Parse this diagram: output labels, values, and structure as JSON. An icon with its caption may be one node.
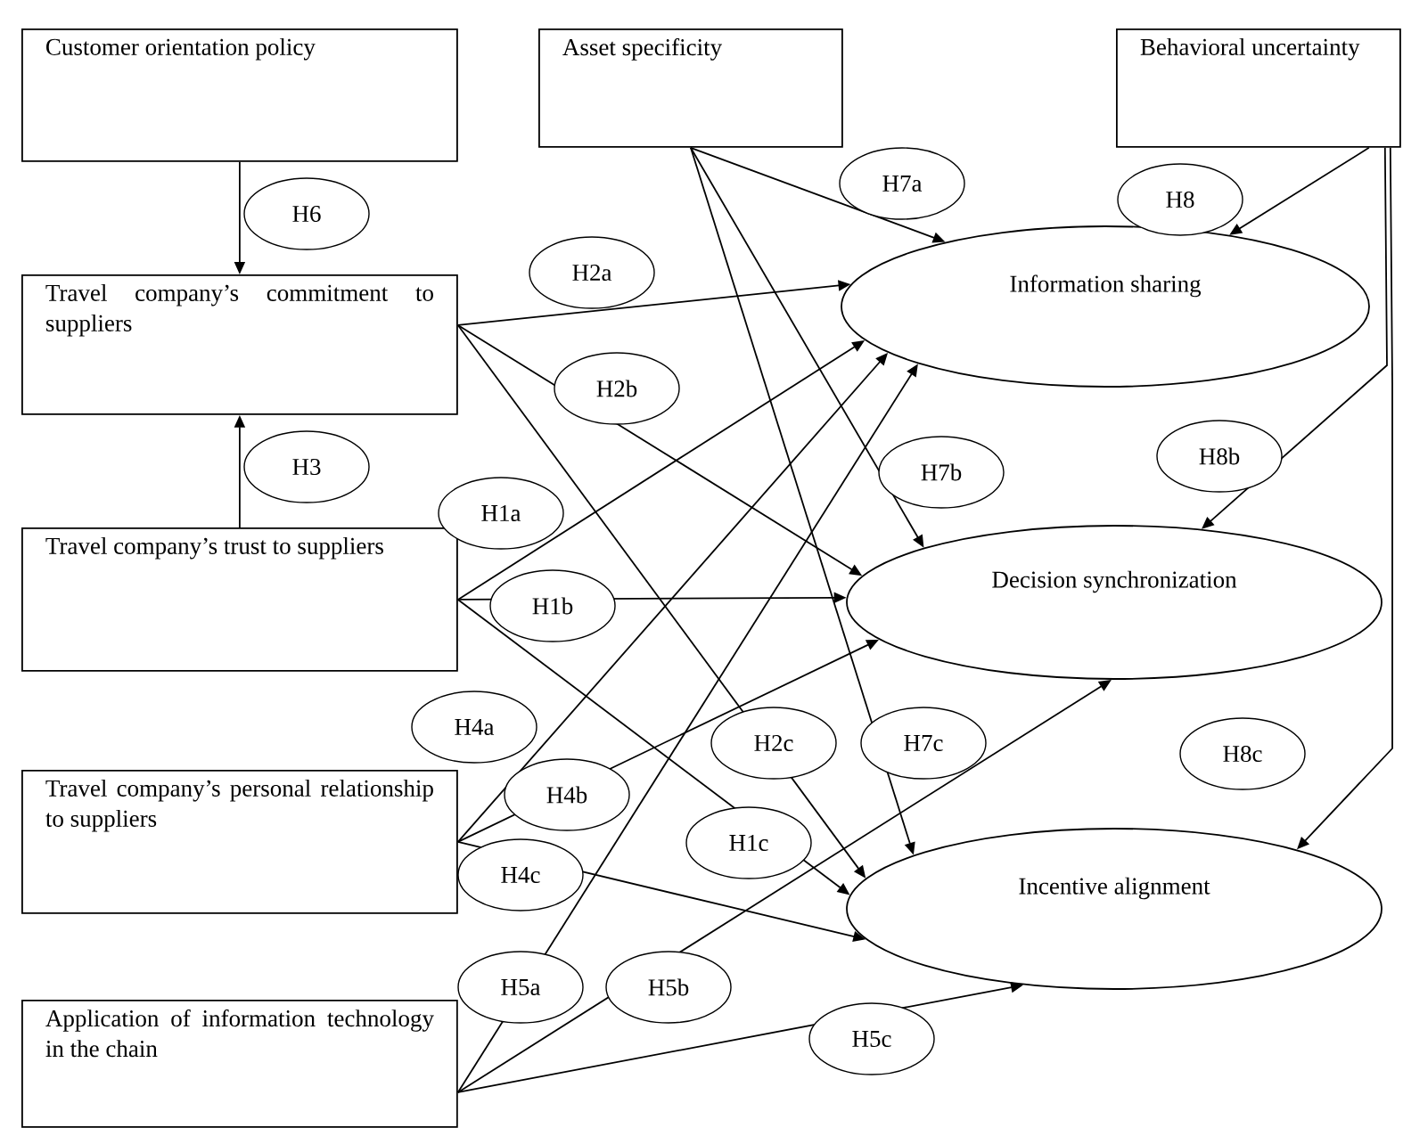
{
  "diagram": {
    "nodes": [
      {
        "text": [
          "Customer orientation policy"
        ]
      },
      {
        "text": [
          "Asset specificity"
        ]
      },
      {
        "text": [
          "Behavioral uncertainty"
        ]
      },
      {
        "text": [
          "Travel company’s commitment to suppliers"
        ]
      },
      {
        "text": [
          "Travel company’s trust to suppliers"
        ]
      },
      {
        "text": [
          "Travel company’s personal relationship to suppliers"
        ]
      },
      {
        "text": [
          "Application of information technology in the chain"
        ]
      },
      {
        "text": [
          "Information sharing"
        ]
      },
      {
        "text": [
          "Decision synchronization"
        ]
      },
      {
        "text": [
          "Incentive alignment"
        ]
      }
    ],
    "edges": [
      {
        "from": 0,
        "to": 3,
        "arrow": "to",
        "label": "H6"
      },
      {
        "from": 4,
        "to": 3,
        "arrow": "to",
        "label": "H3"
      },
      {
        "from": 3,
        "to": 7,
        "arrow": "to",
        "label": "H2a"
      },
      {
        "from": 3,
        "to": 8,
        "arrow": "to",
        "label": "H2b"
      },
      {
        "from": 3,
        "to": 9,
        "arrow": "to",
        "label": "H2c"
      },
      {
        "from": 4,
        "to": 7,
        "arrow": "to",
        "label": "H1a"
      },
      {
        "from": 4,
        "to": 8,
        "arrow": "to",
        "label": "H1b"
      },
      {
        "from": 4,
        "to": 9,
        "arrow": "to",
        "label": "H1c"
      },
      {
        "from": 5,
        "to": 7,
        "arrow": "to",
        "label": "H4a"
      },
      {
        "from": 5,
        "to": 8,
        "arrow": "to",
        "label": "H4b"
      },
      {
        "from": 5,
        "to": 9,
        "arrow": "to",
        "label": "H4c"
      },
      {
        "from": 6,
        "to": 7,
        "arrow": "to",
        "label": "H5a"
      },
      {
        "from": 6,
        "to": 8,
        "arrow": "to",
        "label": "H5b"
      },
      {
        "from": 6,
        "to": 9,
        "arrow": "to",
        "label": "H5c"
      },
      {
        "from": 1,
        "to": 7,
        "arrow": "to",
        "label": "H7a"
      },
      {
        "from": 1,
        "to": 8,
        "arrow": "to",
        "label": "H7b"
      },
      {
        "from": 1,
        "to": 9,
        "arrow": "to",
        "label": "H7c"
      },
      {
        "from": 2,
        "to": 7,
        "arrow": "to",
        "label": "H8"
      },
      {
        "from": 2,
        "to": 8,
        "arrow": "to",
        "label": "H8b"
      },
      {
        "from": 2,
        "to": 9,
        "arrow": "to",
        "label": "H8c"
      }
    ]
  }
}
